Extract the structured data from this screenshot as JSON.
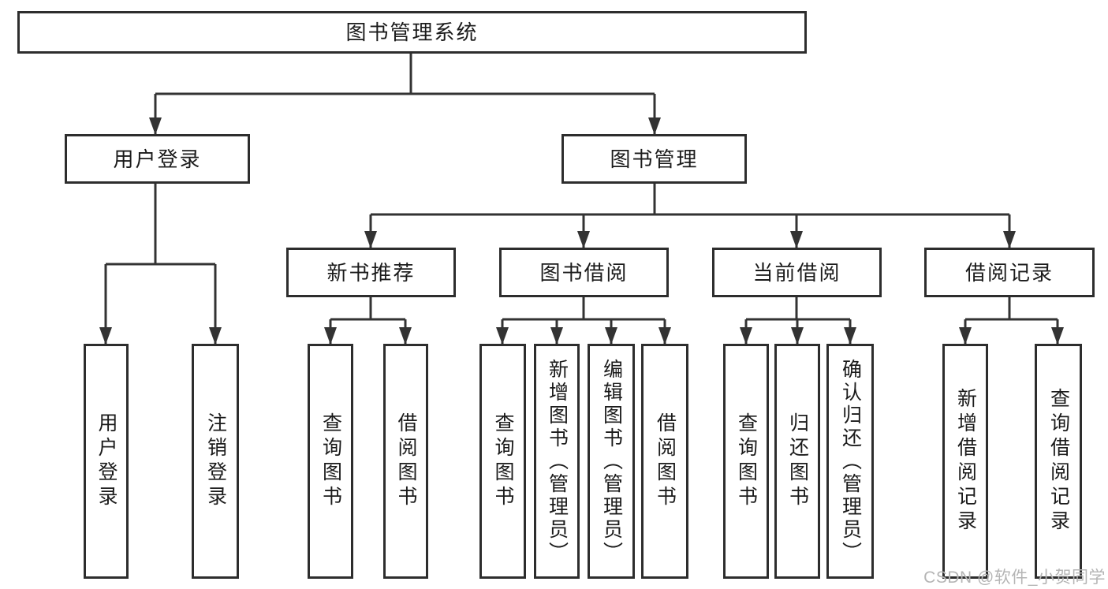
{
  "colors": {
    "line": "#333333",
    "box_border": "#2d2d2d",
    "box_background": "#ffffff",
    "text": "#1b1b1b",
    "watermark_text_color": "#b5b5b5",
    "background": "#ffffff"
  },
  "watermark": {
    "text": "CSDN @软件_小贺同学"
  },
  "tree": {
    "root": {
      "label": "图书管理系统",
      "children": [
        {
          "label": "用户登录",
          "children": [
            {
              "label": "用户登录"
            },
            {
              "label": "注销登录"
            }
          ]
        },
        {
          "label": "图书管理",
          "children": [
            {
              "label": "新书推荐",
              "children": [
                {
                  "label": "查询图书"
                },
                {
                  "label": "借阅图书"
                }
              ]
            },
            {
              "label": "图书借阅",
              "children": [
                {
                  "label": "查询图书"
                },
                {
                  "label": "新增图书（管理员）"
                },
                {
                  "label": "编辑图书（管理员）"
                },
                {
                  "label": "借阅图书"
                }
              ]
            },
            {
              "label": "当前借阅",
              "children": [
                {
                  "label": "查询图书"
                },
                {
                  "label": "归还图书"
                },
                {
                  "label": "确认归还（管理员）"
                }
              ]
            },
            {
              "label": "借阅记录",
              "children": [
                {
                  "label": "新增借阅记录"
                },
                {
                  "label": "查询借阅记录"
                }
              ]
            }
          ]
        }
      ]
    }
  }
}
